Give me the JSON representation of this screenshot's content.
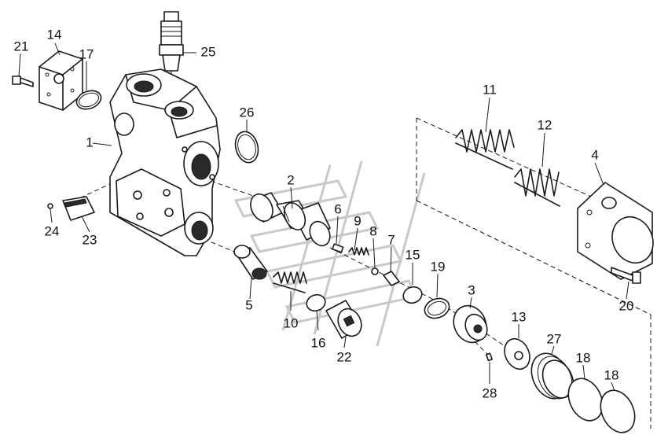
{
  "labels": {
    "l1": "1",
    "l2": "2",
    "l3": "3",
    "l4": "4",
    "l5": "5",
    "l6": "6",
    "l7": "7",
    "l8": "8",
    "l9": "9",
    "l10": "10",
    "l11": "11",
    "l12": "12",
    "l13": "13",
    "l14": "14",
    "l15": "15",
    "l16": "16",
    "l17": "17",
    "l18a": "18",
    "l18b": "18",
    "l19": "19",
    "l20": "20",
    "l21": "21",
    "l22": "22",
    "l23": "23",
    "l24": "24",
    "l25": "25",
    "l26": "26",
    "l27": "27",
    "l28": "28"
  }
}
